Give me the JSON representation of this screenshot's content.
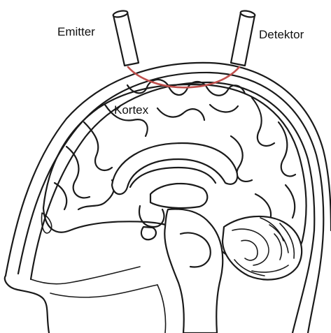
{
  "labels": {
    "emitter": "Emitter",
    "detector": "Detektor",
    "cortex": "Kortex"
  },
  "colors": {
    "light_path": "#c0504d",
    "outline": "#1a1a1a",
    "background": "#ffffff"
  }
}
